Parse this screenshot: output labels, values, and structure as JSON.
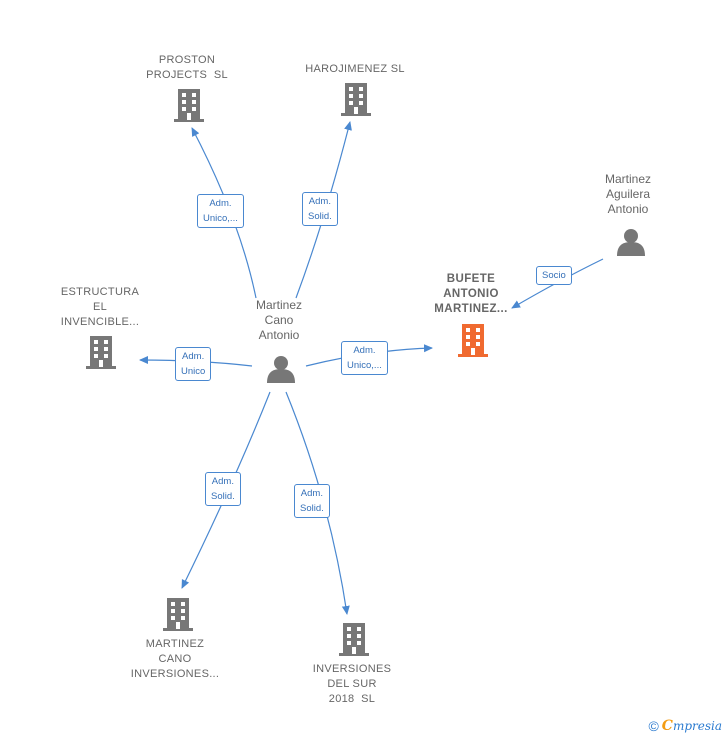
{
  "colors": {
    "edge": "#4a88d0",
    "company_icon": "#777777",
    "focus_icon": "#f06a30",
    "person_icon": "#777777",
    "label_text": "#666666"
  },
  "nodes": {
    "proston": {
      "label_lines": [
        "PROSTON",
        "PROJECTS  SL"
      ],
      "type": "company"
    },
    "harojimenez": {
      "label_lines": [
        "HAROJIMENEZ SL"
      ],
      "type": "company"
    },
    "estructura": {
      "label_lines": [
        "ESTRUCTURA",
        "EL",
        "INVENCIBLE..."
      ],
      "type": "company"
    },
    "bufete": {
      "label_lines": [
        "BUFETE",
        "ANTONIO",
        "MARTINEZ..."
      ],
      "type": "company-focus"
    },
    "martinez_cano": {
      "label_lines": [
        "Martinez",
        "Cano",
        "Antonio"
      ],
      "type": "person"
    },
    "martinez_aguilera": {
      "label_lines": [
        "Martinez",
        "Aguilera",
        "Antonio"
      ],
      "type": "person"
    },
    "mci": {
      "label_lines": [
        "MARTINEZ",
        "CANO",
        "INVERSIONES..."
      ],
      "type": "company"
    },
    "inversiones_sur": {
      "label_lines": [
        "INVERSIONES",
        "DEL SUR",
        "2018  SL"
      ],
      "type": "company"
    }
  },
  "edges": {
    "to_proston": {
      "label_lines": [
        "Adm.",
        "Unico,..."
      ]
    },
    "to_harojimenez": {
      "label_lines": [
        "Adm.",
        "Solid."
      ]
    },
    "to_estructura": {
      "label_lines": [
        "Adm.",
        "Unico"
      ]
    },
    "to_bufete": {
      "label_lines": [
        "Adm.",
        "Unico,..."
      ]
    },
    "aguilera_to_bufete": {
      "label_lines": [
        "Socio"
      ]
    },
    "to_mci": {
      "label_lines": [
        "Adm.",
        "Solid."
      ]
    },
    "to_inversiones_sur": {
      "label_lines": [
        "Adm.",
        "Solid."
      ]
    }
  },
  "footer": {
    "copyright": "©",
    "brand_initial": "C",
    "brand_rest": "mpresia"
  }
}
